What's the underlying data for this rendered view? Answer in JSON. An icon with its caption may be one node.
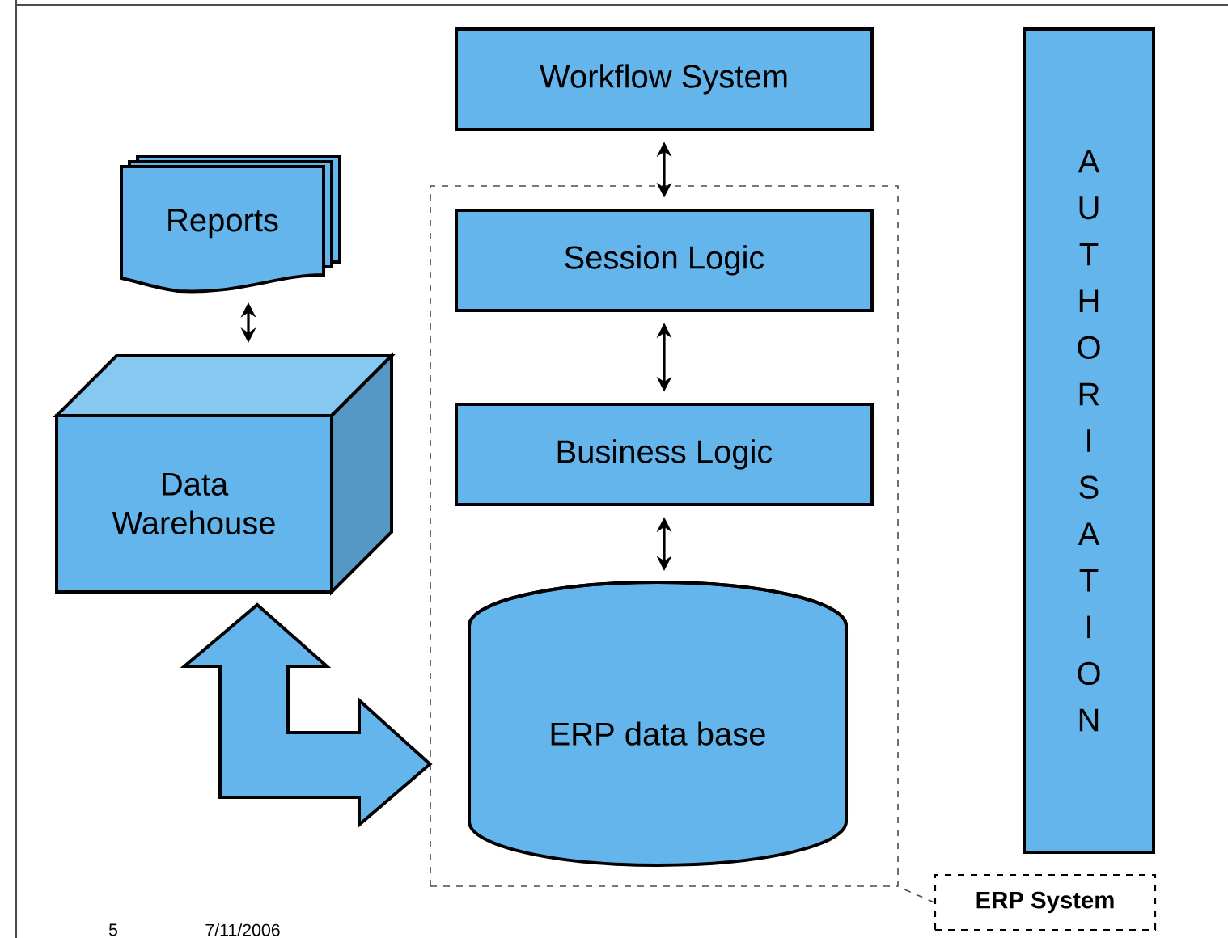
{
  "diagram": {
    "nodes": [
      {
        "text": [
          "Workflow System"
        ]
      },
      {
        "text": [],
        "shape": "box"
      },
      {
        "text": [
          "Session Logic"
        ],
        "in": 1
      },
      {
        "text": [
          "Business Logic"
        ],
        "in": 1
      },
      {
        "text": [
          "ERP data base"
        ],
        "in": 1
      },
      {
        "text": [
          "Reports"
        ]
      },
      {
        "text": [
          "Data Warehouse"
        ]
      },
      {
        "text": [
          "AUTHORISATION"
        ]
      },
      {
        "text": [
          "ERP System"
        ]
      }
    ],
    "edges": [
      {
        "from": 0,
        "to": 2,
        "arrow": "both"
      },
      {
        "from": 2,
        "to": 3,
        "arrow": "both"
      },
      {
        "from": 3,
        "to": 4,
        "arrow": "both"
      },
      {
        "from": 5,
        "to": 6,
        "arrow": "both"
      },
      {
        "from": 6,
        "to": 4,
        "arrow": "both",
        "style": "thick"
      },
      {
        "from": 8,
        "to": 1,
        "arrow": "none",
        "style": "dashed"
      }
    ],
    "labels": [
      "5",
      "7/11/2006"
    ]
  }
}
